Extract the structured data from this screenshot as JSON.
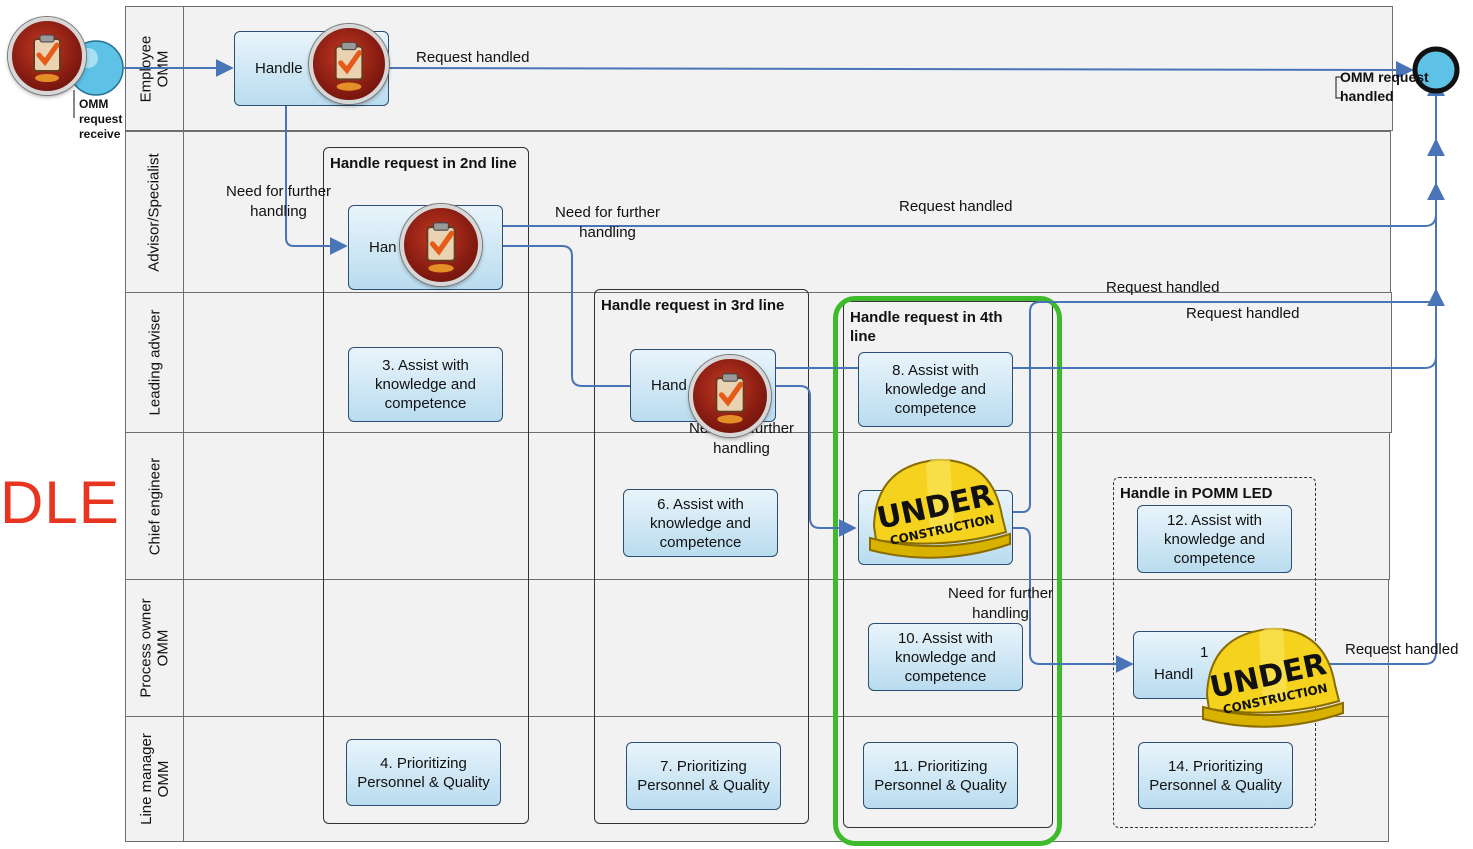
{
  "side_text": "DLE",
  "lanes": [
    {
      "label": "Employee\nOMM"
    },
    {
      "label": "Advisor/Specialist"
    },
    {
      "label": "Leading adviser"
    },
    {
      "label": "Chief engineer"
    },
    {
      "label": "Process owner\nOMM"
    },
    {
      "label": "Line manager\nOMM"
    }
  ],
  "start_event": {
    "label": "OMM\nrequest\nreceive"
  },
  "end_event": {
    "label": "OMM request\nhandled"
  },
  "subprocesses": {
    "line2": "Handle request in 2nd line",
    "line3": "Handle request in 3rd line",
    "line4": "Handle request in 4th line",
    "pomm": "Handle in POMM LED"
  },
  "tasks": {
    "t1": "Handle",
    "t2": "Han",
    "t3": "3. Assist with knowledge and competence",
    "t4": "4. Prioritizing Personnel & Quality",
    "t5": "Hand",
    "t6": "6. Assist with knowledge and competence",
    "t7": "7. Prioritizing Personnel & Quality",
    "t8": "8. Assist with knowledge and competence",
    "t10": "10. Assist with knowledge and competence",
    "t11": "11. Prioritizing Personnel & Quality",
    "t12": "12. Assist with knowledge and competence",
    "t13": "Handl",
    "t13_num": "1",
    "t14": "14. Prioritizing Personnel & Quality"
  },
  "flow_labels": {
    "request_handled_1": "Request handled",
    "need_further_1": "Need for further\nhandling",
    "need_further_2": "Need for further\nhandling",
    "request_handled_2": "Request handled",
    "request_handled_3": "Request handled",
    "request_handled_4": "Request handled",
    "need_further_3": "Need for further\nhandling",
    "need_further_4": "Need for further\nhandling",
    "request_handled_5": "Request handled"
  },
  "icons": {
    "clipboard": "clipboard-check-icon",
    "hardhat": "under-construction-hardhat-icon"
  },
  "hardhat_text": {
    "big": "UNDER",
    "small": "CONSTRUCTION"
  },
  "colors": {
    "flow": "#4a74b8",
    "highlight": "#3dbb2b",
    "side_text": "#e8351f",
    "task_fill": "#c8e4f3",
    "lane_fill": "#f2f2f2"
  }
}
